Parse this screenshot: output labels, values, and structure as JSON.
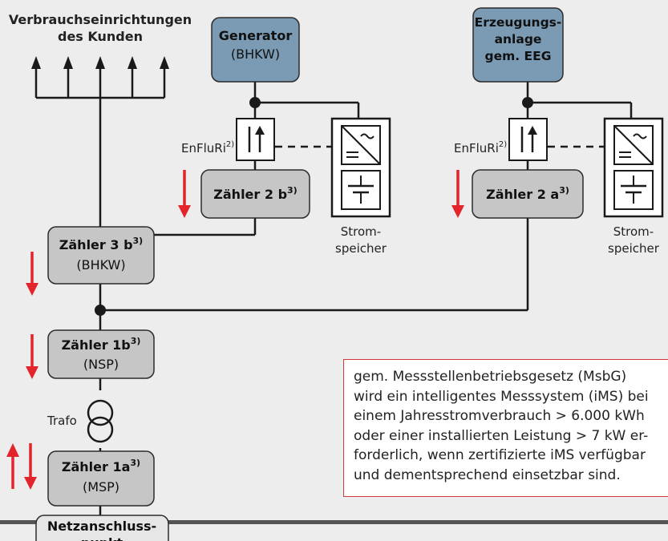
{
  "consumers": {
    "line1": "Verbrauchseinrichtungen",
    "line2": "des Kunden"
  },
  "generator": {
    "title": "Generator",
    "subtitle": "(BHKW)"
  },
  "eeg_plant": {
    "line1": "Erzeugungs-",
    "line2": "anlage",
    "line3": "gem. EEG"
  },
  "enfluri": {
    "label": "EnFluRi",
    "sup": "2)"
  },
  "storage": {
    "line1": "Strom-",
    "line2": "speicher"
  },
  "meters": {
    "m2b": {
      "label": "Zähler 2 b",
      "sup": "3)"
    },
    "m2a": {
      "label": "Zähler 2 a",
      "sup": "3)"
    },
    "m3b": {
      "label": "Zähler 3 b",
      "sup": "3)",
      "subtitle": "(BHKW)"
    },
    "m1b": {
      "label": "Zähler 1b",
      "sup": "3)",
      "subtitle": "(NSP)"
    },
    "m1a": {
      "label": "Zähler 1a",
      "sup": "3)",
      "subtitle": "(MSP)"
    }
  },
  "trafo": {
    "label": "Trafo"
  },
  "grid_point": {
    "line1": "Netzanschluss-",
    "line2": "punkt"
  },
  "note": {
    "lines": [
      "gem. Messstellenbetriebsgesetz (MsbG)",
      "wird ein intelligentes Messsystem (iMS) bei",
      "einem Jahresstromverbrauch > 6.000 kWh",
      "oder einer installierten Leistung > 7 kW er-",
      "forderlich, wenn zertifizierte iMS verfügbar",
      "und dementsprechend einsetzbar sind."
    ]
  },
  "colors": {
    "background": "#ededed",
    "line": "#1a1a1a",
    "generator_fill": "#7b9ab3",
    "meter_fill": "#c6c6c6",
    "grid_point_fill": "#e6e6e6",
    "arrow_red": "#e3242b",
    "note_border": "#d23a3a",
    "grid_bar": "#555555"
  }
}
